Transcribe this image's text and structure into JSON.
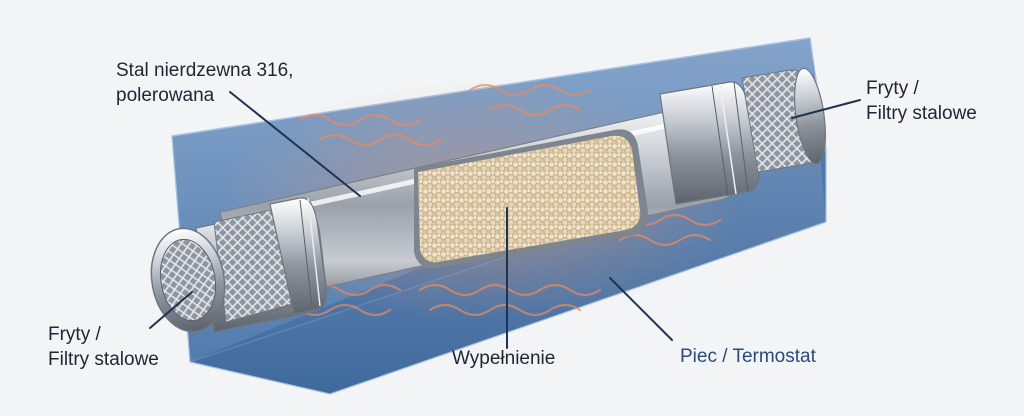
{
  "labels": {
    "steel": "Stal nierdzewna 316,\npolerowana",
    "frits_right": "Fryty /\nFiltry stalowe",
    "frits_left": "Fryty /\nFiltry stalowe",
    "packing": "Wypełnienie",
    "furnace": "Piec / Termostat"
  },
  "colors": {
    "background": "#f2f4f6",
    "oven_box": "#3f6fa8",
    "steel": "#b8bec6",
    "packing": "#d8c4a0",
    "heat_waves": "#e9875a",
    "leader_lines": "#1e3350",
    "label_text": "#1d2733",
    "furnace_text": "#2a4a78"
  }
}
